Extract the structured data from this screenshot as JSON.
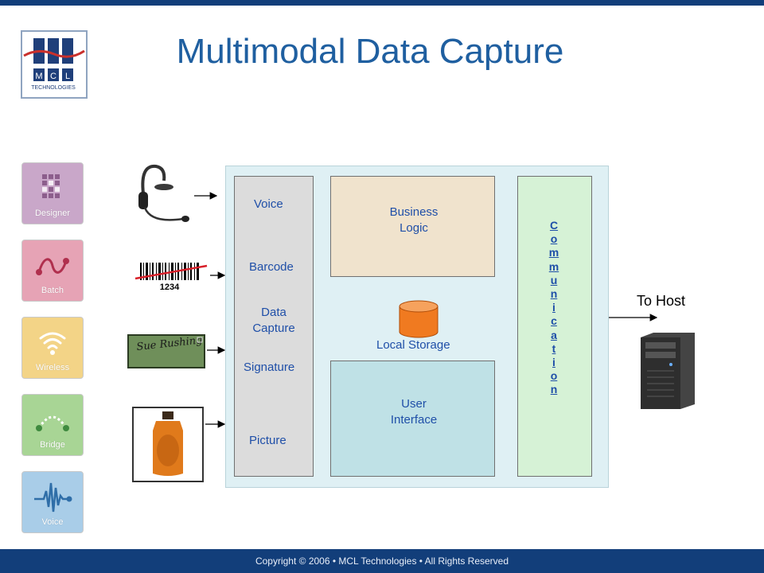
{
  "title": "Multimodal Data Capture",
  "logo": {
    "letters": [
      "M",
      "C",
      "L"
    ],
    "subtext": "TECHNOLOGIES"
  },
  "sidebar": {
    "items": [
      {
        "label": "Designer",
        "color": "#c9a7c9",
        "icon": "grid-icon"
      },
      {
        "label": "Batch",
        "color": "#e6a3b5",
        "icon": "curve-icon"
      },
      {
        "label": "Wireless",
        "color": "#f3d487",
        "icon": "wifi-icon"
      },
      {
        "label": "Bridge",
        "color": "#a8d595",
        "icon": "bridge-icon"
      },
      {
        "label": "Voice",
        "color": "#a9cde8",
        "icon": "waveform-icon"
      }
    ]
  },
  "inputs": {
    "barcode_number": "1234",
    "signature_text": "Sue Rushing"
  },
  "diagram": {
    "capture_labels": {
      "voice": "Voice",
      "barcode": "Barcode",
      "data_capture": [
        "Data",
        "Capture"
      ],
      "signature": "Signature",
      "picture": "Picture"
    },
    "business_logic": [
      "Business",
      "Logic"
    ],
    "local_storage": "Local Storage",
    "user_interface": [
      "User",
      "Interface"
    ],
    "communication": [
      "C",
      "o",
      "m",
      "m",
      "u",
      "n",
      "i",
      "c",
      "a",
      "t",
      "i",
      "o",
      "n"
    ],
    "to_host": "To Host"
  },
  "footer": "Copyright © 2006 • MCL Technologies • All Rights Reserved",
  "colors": {
    "brand_navy": "#123e7a",
    "title_blue": "#1f5fa0",
    "label_blue": "#1f4fa8"
  }
}
